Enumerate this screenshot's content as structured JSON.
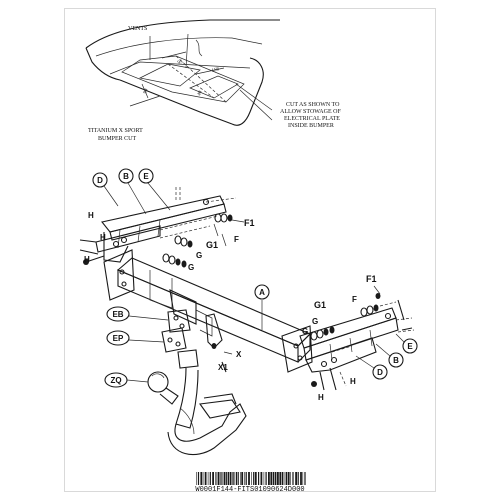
{
  "colors": {
    "ink": "#1a1a1a",
    "paper": "#ffffff",
    "stroke_light": "#2b2b2b"
  },
  "inset": {
    "vents_label": "VENTS",
    "cut_note": [
      "CUT AS SHOWN TO",
      "ALLOW STOWAGE OF",
      "ELECTRICAL PLATE",
      "INSIDE BUMPER"
    ],
    "bumper_note": [
      "TITANIUM X SPORT",
      "BUMPER CUT"
    ],
    "dims": [
      "95",
      "158",
      "99",
      "40"
    ]
  },
  "labels": {
    "A": "A",
    "B_left": "B",
    "B_right": "B",
    "D_left": "D",
    "D_right": "D",
    "E_left": "E",
    "E_right": "E",
    "EB": "EB",
    "EP": "EP",
    "F_left": "F",
    "F_right": "F",
    "F1_left": "F1",
    "F1_right": "F1",
    "G_left1": "G",
    "G_left2": "G",
    "G_right1": "G",
    "G_right2": "G",
    "G1_left": "G1",
    "G1_right": "G1",
    "H_left1": "H",
    "H_left2": "H",
    "H_left3": "H",
    "H_right1": "H",
    "H_right2": "H",
    "X": "X",
    "X1": "X1",
    "ZQ": "ZQ"
  },
  "barcode_text": "W0001F144-FITS01090624D000"
}
